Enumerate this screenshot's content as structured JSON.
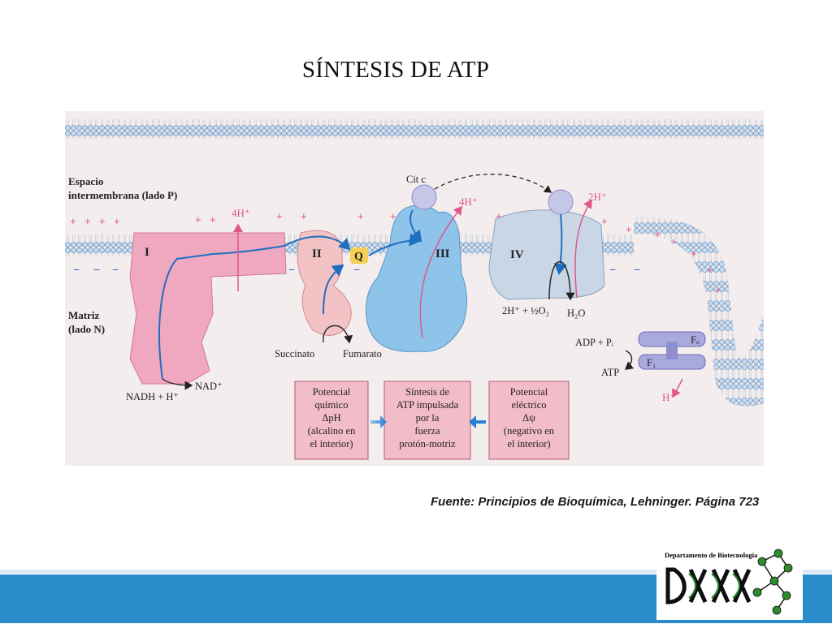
{
  "title": "SÍNTESIS DE ATP",
  "source": "Fuente: Principios de Bioquímica, Lehninger. Página 723",
  "logo_text": "Departamento de Biotecnología",
  "diagram": {
    "space_label_1": "Espacio",
    "space_label_2": "intermembrana (lado P)",
    "matrix_label_1": "Matriz",
    "matrix_label_2": "(lado N)",
    "complex_I": "I",
    "complex_II": "II",
    "complex_III": "III",
    "complex_IV": "IV",
    "q_label": "Q",
    "cyt_c": "Cit c",
    "h_4_left": "4H⁺",
    "h_4_mid": "4H⁺",
    "h_2": "2H⁺",
    "nadh": "NADH + H⁺",
    "nad": "NAD⁺",
    "succinate": "Succinato",
    "fumarate": "Fumarato",
    "oxygen": "2H⁺ + ½O₂",
    "water": "H₂O",
    "adp": "ADP + Pᵢ",
    "atp": "ATP",
    "fo": "Fₒ",
    "f1": "F₁",
    "h_plus": "H⁺",
    "box_left": [
      "Potencial",
      "químico",
      "ΔpH",
      "(alcalino en",
      "el interior)"
    ],
    "box_center": [
      "Síntesis de",
      "ATP impulsada",
      "por la",
      "fuerza",
      "protón-motriz"
    ],
    "box_right": [
      "Potencial",
      "eléctrico",
      "Δψ",
      "(negativo en",
      "el interior)"
    ]
  }
}
